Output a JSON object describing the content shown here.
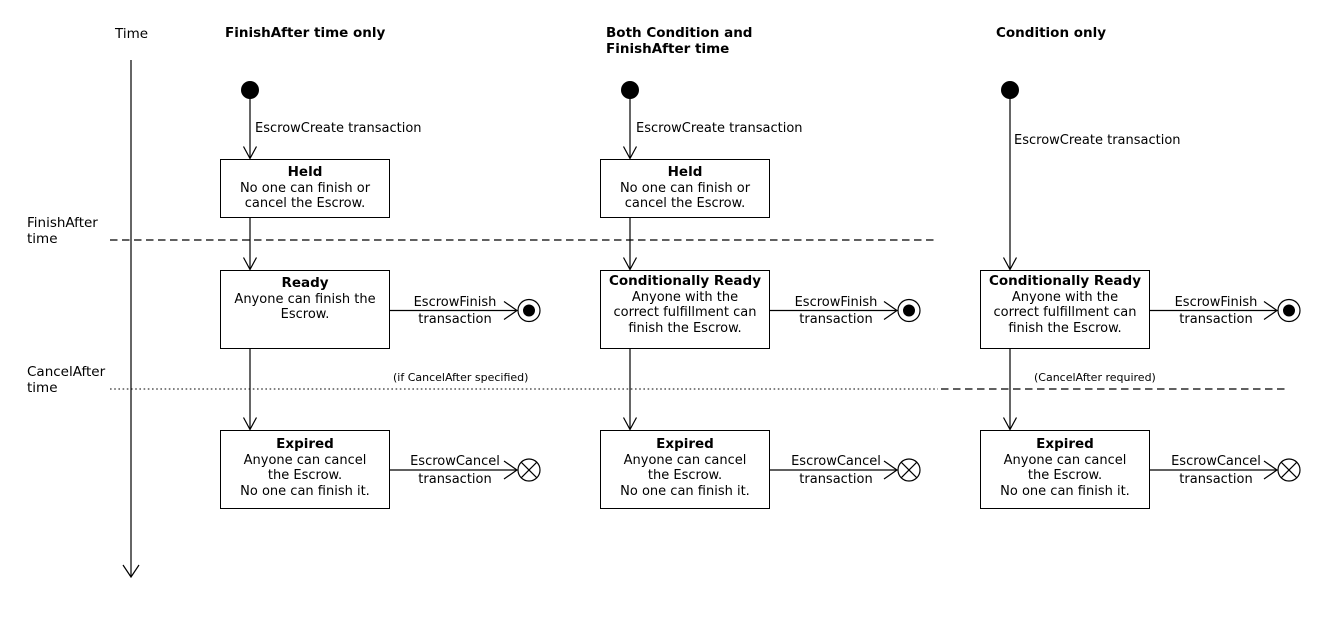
{
  "headers": {
    "time": "Time",
    "col1": "FinishAfter time only",
    "col2_line1": "Both Condition and",
    "col2_line2": "FinishAfter time",
    "col3": "Condition only"
  },
  "axis_labels": {
    "finish_after": {
      "line1": "FinishAfter",
      "line2": "time"
    },
    "cancel_after": {
      "line1": "CancelAfter",
      "line2": "time"
    }
  },
  "transitions": {
    "create": "EscrowCreate transaction",
    "finish": {
      "line1": "EscrowFinish",
      "line2": "transaction"
    },
    "cancel": {
      "line1": "EscrowCancel",
      "line2": "transaction"
    }
  },
  "annotations": {
    "if_cancel_after": "(if CancelAfter specified)",
    "cancel_after_required": "(CancelAfter required)"
  },
  "states": {
    "held": {
      "title": "Held",
      "lines": [
        "No one can finish or",
        "cancel the Escrow."
      ]
    },
    "ready": {
      "title": "Ready",
      "lines": [
        "Anyone can finish the",
        "Escrow."
      ]
    },
    "conditionally_ready": {
      "title": "Conditionally Ready",
      "lines": [
        "Anyone with the",
        "correct fulfillment can",
        "finish the Escrow."
      ]
    },
    "expired": {
      "title": "Expired",
      "lines": [
        "Anyone can cancel",
        "the Escrow.",
        "No one can finish it."
      ]
    }
  },
  "icons": {
    "initial_state": "filled-circle",
    "final_state": "bullseye-circle",
    "terminate_state": "circled-x"
  },
  "colors": {
    "stroke": "#000000",
    "background": "#ffffff",
    "text": "#000000"
  }
}
